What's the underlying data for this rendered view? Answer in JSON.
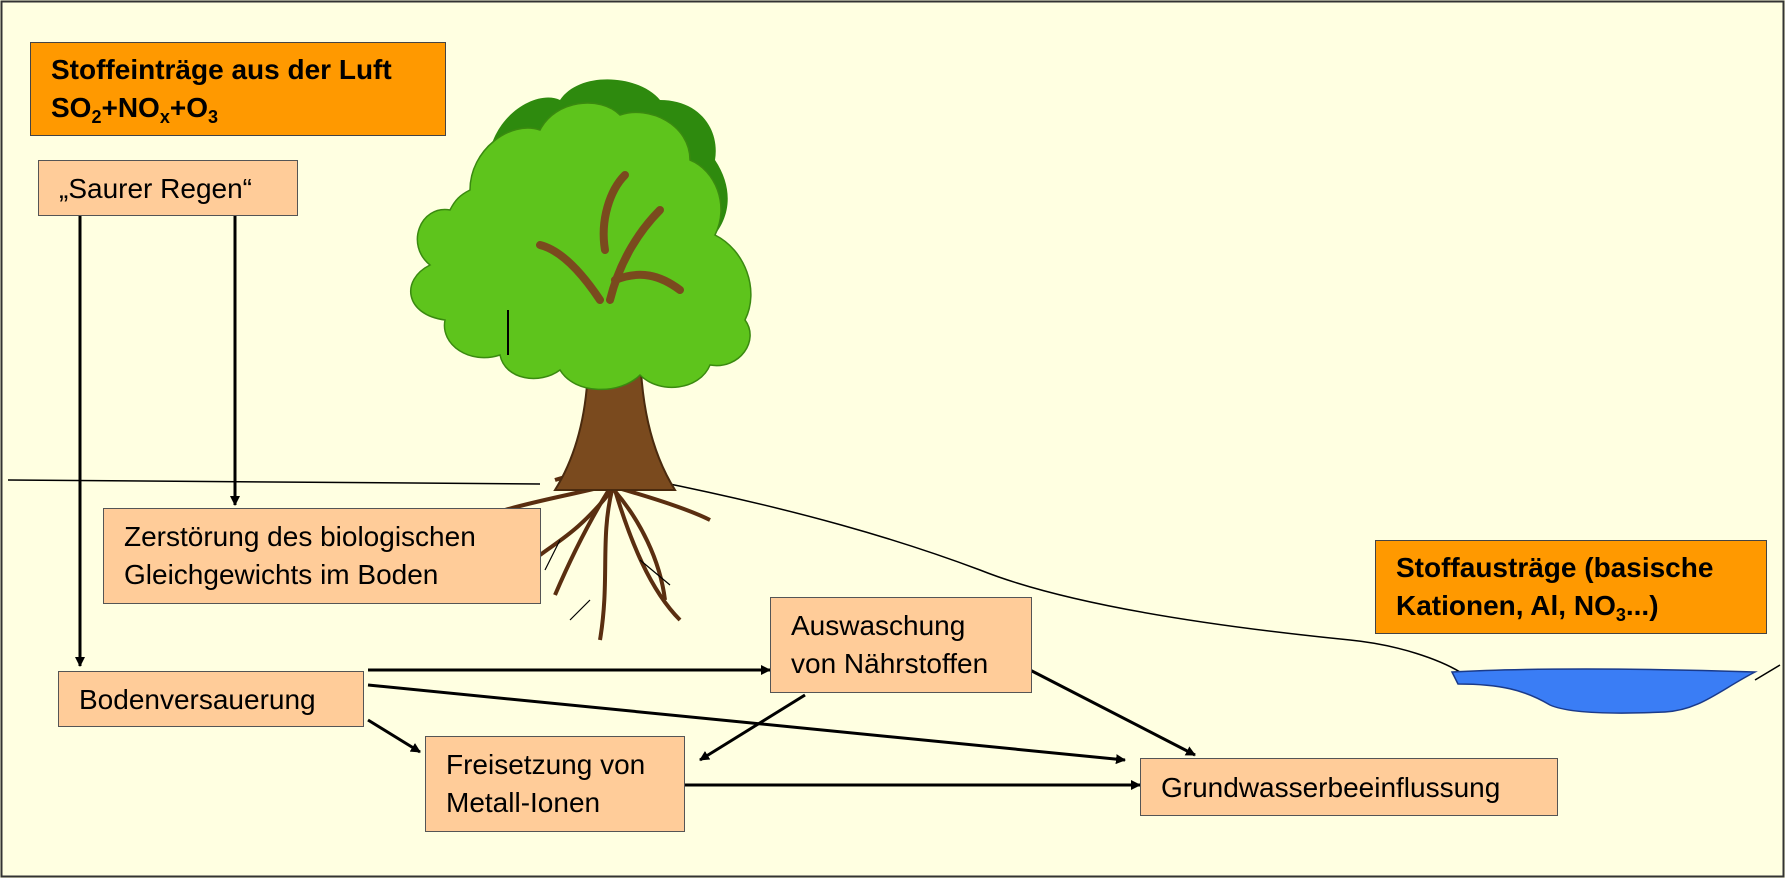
{
  "labels": {
    "inputs_title": "Stoffeinträge aus der Luft",
    "inputs_formula": {
      "so": "SO",
      "so_sub": "2",
      "no": "+NO",
      "no_sub": "x",
      "o": "+O",
      "o_sub": "3"
    },
    "acid_rain": "„Saurer Regen“",
    "destruction": [
      "Zerstörung des biologischen",
      "Gleichgewichts im Boden"
    ],
    "acidification": "Bodenversauerung",
    "leaching": [
      "Auswaschung",
      "von Nährstoffen"
    ],
    "metal_release": [
      "Freisetzung von",
      "Metall-Ionen"
    ],
    "groundwater": "Grundwasserbeeinflussung",
    "outputs": {
      "line1": "Stoffausträge (basische",
      "line2_prefix": "Kationen, Al, NO",
      "line2_sub": "3",
      "line2_suffix": "...)"
    }
  },
  "colors": {
    "background": "#ffffe1",
    "box_fill": "#ffcc99",
    "highlight_fill": "#ff9900",
    "water": "#3a7df5",
    "foliage": "#5ec41c",
    "foliage_dark": "#2e8a0e",
    "trunk": "#7a4a1e"
  }
}
